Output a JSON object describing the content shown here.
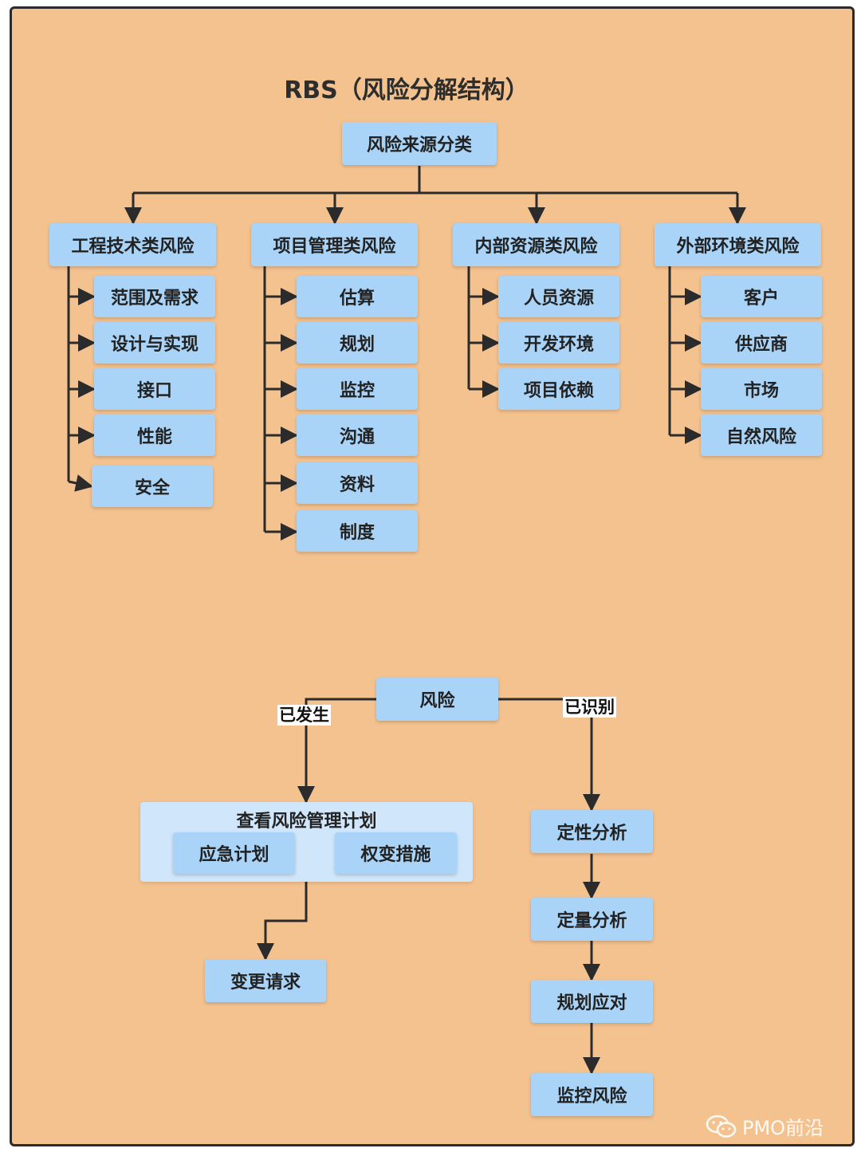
{
  "title": "RBS（风险分解结构）",
  "root": "风险来源分类",
  "categories": [
    {
      "label": "工程技术类风险",
      "items": [
        "范围及需求",
        "设计与实现",
        "接口",
        "性能",
        "安全"
      ]
    },
    {
      "label": "项目管理类风险",
      "items": [
        "估算",
        "规划",
        "监控",
        "沟通",
        "资料",
        "制度"
      ]
    },
    {
      "label": "内部资源类风险",
      "items": [
        "人员资源",
        "开发环境",
        "项目依赖"
      ]
    },
    {
      "label": "外部环境类风险",
      "items": [
        "客户",
        "供应商",
        "市场",
        "自然风险"
      ]
    }
  ],
  "flow": {
    "risk": "风险",
    "occurred_label": "已发生",
    "identified_label": "已识别",
    "plan_group": "查看风险管理计划",
    "contingency": "应急计划",
    "workaround": "权变措施",
    "change_request": "变更请求",
    "steps": [
      "定性分析",
      "定量分析",
      "规划应对",
      "监控风险"
    ]
  },
  "watermark": "PMO前沿",
  "colors": {
    "background": "#f4c28f",
    "node": "#a9d3f7",
    "group": "#cfe6fb",
    "line": "#2b2b2b"
  }
}
